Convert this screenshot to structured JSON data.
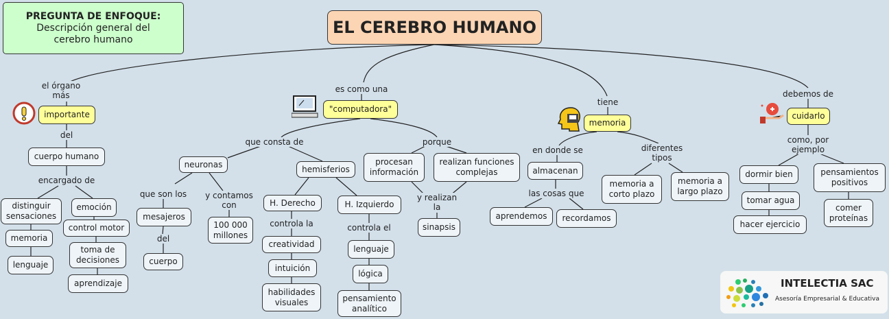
{
  "title": "EL CEREBRO HUMANO",
  "focus": {
    "heading": "PREGUNTA DE ENFOQUE:",
    "text": "Descripción general del cerebro humano"
  },
  "concepts": {
    "importante": "importante",
    "cuerpo_humano": "cuerpo humano",
    "distinguir": "distinguir sensaciones",
    "emocion": "emoción",
    "control_motor": "control motor",
    "toma_decisiones": "toma de decisiones",
    "aprendizaje": "aprendizaje",
    "memoria_l": "memoria",
    "lenguaje_l": "lenguaje",
    "neuronas": "neuronas",
    "mesajeros": "mesajeros",
    "cuerpo": "cuerpo",
    "millones": "100 000 millones",
    "computadora": "\"computadora\"",
    "hemisferios": "hemisferios",
    "h_derecho": "H. Derecho",
    "h_izquierdo": "H. Izquierdo",
    "creatividad": "creatividad",
    "intuicion": "intuición",
    "habilidades": "habilidades visuales",
    "lenguaje_r": "lenguaje",
    "logica": "lógica",
    "pensamiento": "pensamiento analítico",
    "procesan": "procesan información",
    "funciones": "realizan funciones complejas",
    "sinapsis": "sinapsis",
    "memoria": "memoria",
    "almacenan": "almacenan",
    "aprendemos": "aprendemos",
    "recordamos": "recordamos",
    "corto": "memoria a corto plazo",
    "largo": "memoria a largo plazo",
    "cuidarlo": "cuidarlo",
    "dormir": "dormir bien",
    "agua": "tomar agua",
    "ejercicio": "hacer ejercicio",
    "pensamientos": "pensamientos positivos",
    "proteinas": "comer proteínas"
  },
  "links": {
    "organo": "el órgano más",
    "del1": "del",
    "encargado": "encargado de",
    "como_una": "es como una",
    "consta": "que consta de",
    "porque": "porque",
    "son_los": "que son los",
    "contamos": "y contamos con",
    "del2": "del",
    "controla_la": "controla la",
    "controla_el": "controla el",
    "realizan_la": "y realizan la",
    "tiene": "tiene",
    "donde": "en donde se",
    "cosas": "las cosas que",
    "tipos": "diferentes tipos",
    "debemos": "debemos de",
    "ejemplo": "como, por ejemplo"
  },
  "logo": {
    "name": "INTELECTIA SAC",
    "tagline": "Asesoría Empresarial & Educativa"
  }
}
